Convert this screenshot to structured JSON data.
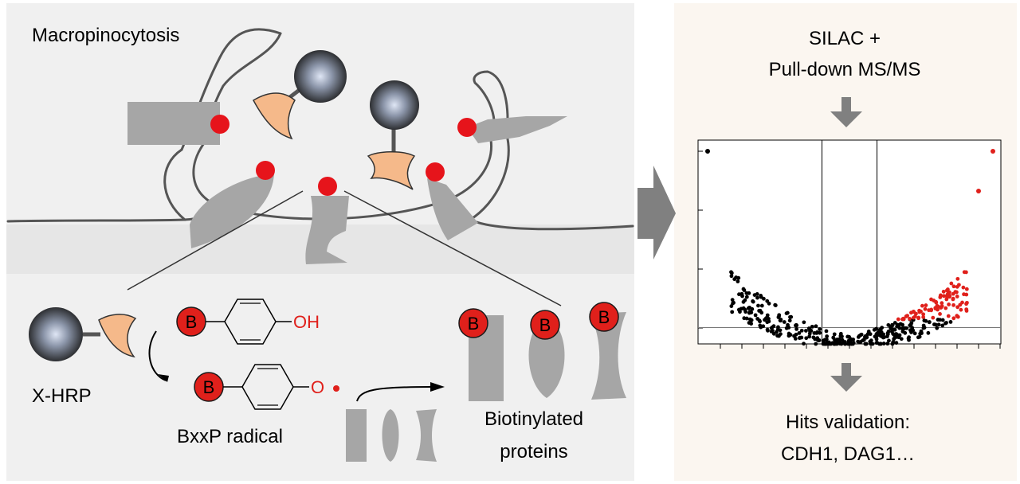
{
  "left_panel": {
    "title": "Macropinocytosis",
    "enzyme_label": "X-HRP",
    "radical_label": "BxxP radical",
    "product_label_line1": "Biotinylated",
    "product_label_line2": "proteins",
    "biotin_letter": "B",
    "hydroxyl_label": "OH",
    "radical_oxygen_label": "O"
  },
  "right_panel": {
    "method_line1": "SILAC +",
    "method_line2": "Pull-down MS/MS",
    "result_line1": "Hits validation:",
    "result_line2": "CDH1, DAG1…"
  },
  "volcano_plot": {
    "type": "scatter",
    "x_range": [
      -5.5,
      5.5
    ],
    "y_range": [
      0,
      10
    ],
    "threshold_x": [
      -1,
      1
    ],
    "threshold_y": 0.8,
    "hit_color": "#e0201b",
    "background_color": "#000000"
  },
  "colors": {
    "left_panel_bg": "#f0f0f0",
    "right_panel_bg": "#fbf6f0",
    "protein_gray": "#a6a6a6",
    "biotin_red": "#e0201b",
    "substrate_orange": "#f5b98a",
    "arrow_gray": "#808080"
  }
}
